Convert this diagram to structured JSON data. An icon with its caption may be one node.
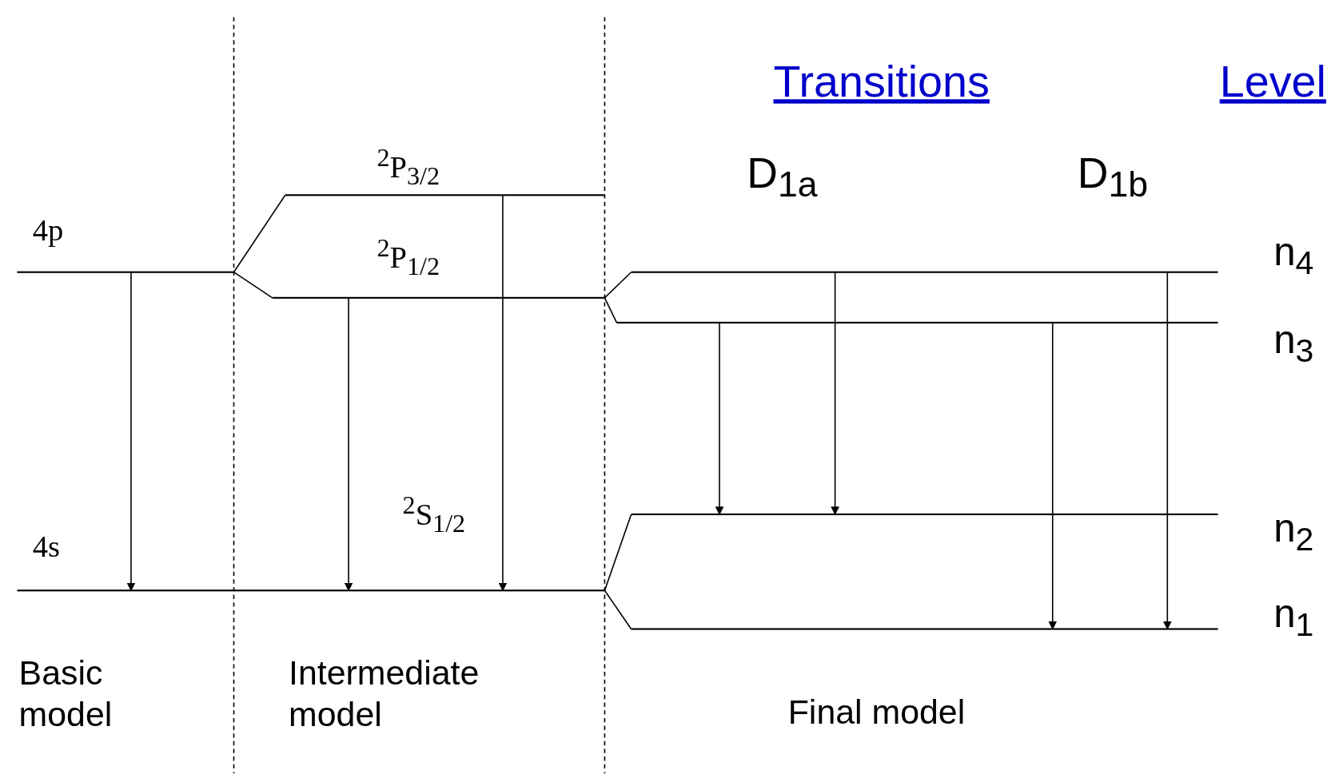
{
  "diagram": {
    "nodes": [
      {
        "text": [
          "4p"
        ]
      },
      {
        "text": [
          "4s"
        ]
      },
      {
        "text": [
          "$^{2}$P$_{3/2}$"
        ]
      },
      {
        "text": [
          "$^{2}$P$_{1/2}$"
        ]
      },
      {
        "text": [
          "$^{2}$S$_{1/2}$"
        ]
      },
      {
        "text": [
          "n$_{4}$"
        ]
      },
      {
        "text": [
          "n$_{3}$"
        ]
      },
      {
        "text": [
          "n$_{2}$"
        ]
      },
      {
        "text": [
          "n$_{1}$"
        ]
      }
    ],
    "edges": [
      {
        "from": 0,
        "to": 1,
        "arrow": "to"
      },
      {
        "from": 0,
        "to": 2,
        "arrow": "none"
      },
      {
        "from": 0,
        "to": 3,
        "arrow": "none"
      },
      {
        "from": 3,
        "to": 4,
        "arrow": "to"
      },
      {
        "from": 2,
        "to": 4,
        "arrow": "to"
      },
      {
        "from": 3,
        "to": 5,
        "arrow": "none"
      },
      {
        "from": 3,
        "to": 6,
        "arrow": "none"
      },
      {
        "from": 4,
        "to": 7,
        "arrow": "none"
      },
      {
        "from": 4,
        "to": 8,
        "arrow": "none"
      },
      {
        "from": 6,
        "to": 7,
        "arrow": "to"
      },
      {
        "from": 5,
        "to": 7,
        "arrow": "to"
      },
      {
        "from": 6,
        "to": 8,
        "arrow": "to"
      },
      {
        "from": 5,
        "to": 8,
        "arrow": "to"
      }
    ],
    "labels": [
      "Transitions",
      "Level",
      "D$_{1a}$",
      "D$_{1b}$",
      "Basic model",
      "Intermediate model",
      "Final model"
    ]
  }
}
